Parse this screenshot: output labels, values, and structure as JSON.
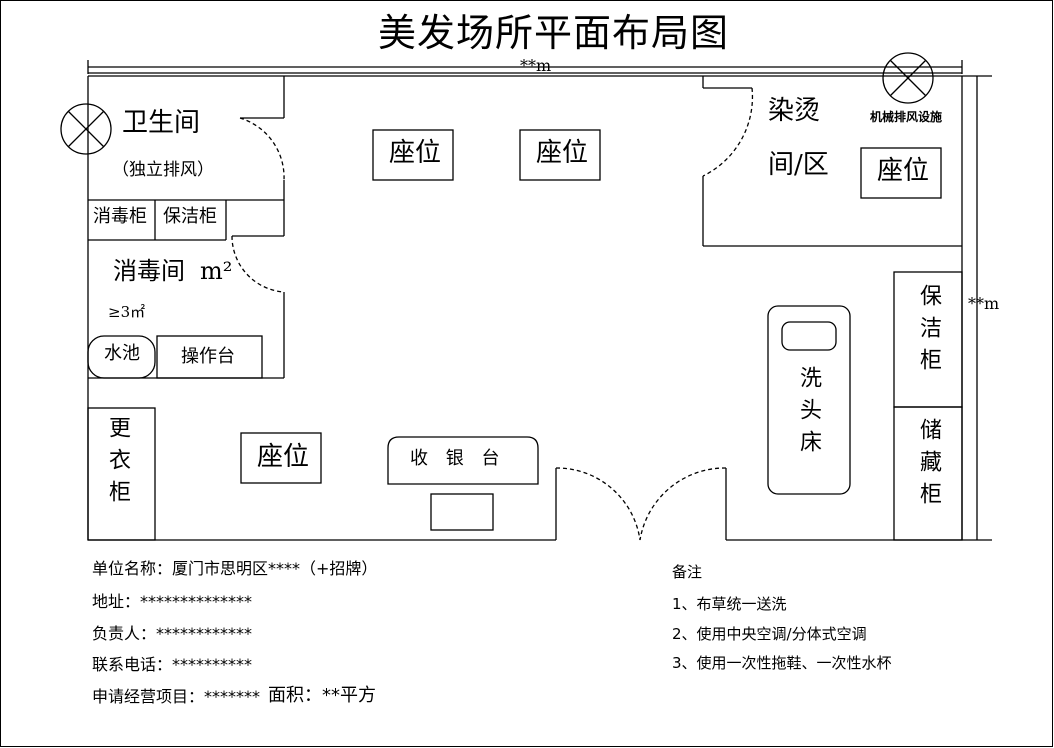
{
  "title": "美发场所平面布局图",
  "dims": {
    "width_label": "**m",
    "height_label": "**m"
  },
  "rooms": {
    "toilet": {
      "name": "卫生间",
      "note": "（独立排风）"
    },
    "disinfect_cabinet": "消毒柜",
    "cleaning_cabinet_small": "保洁柜",
    "disinfect_room": {
      "name": "消毒间",
      "unit": "m²",
      "min_area": "≥3㎡"
    },
    "sink": "水池",
    "workbench": "操作台",
    "dye_room": {
      "line1": "染烫",
      "line2": "间/区"
    },
    "exhaust": "机械排风设施",
    "seat": "座位",
    "wardrobe": "更衣柜",
    "cashier": "收 银 台",
    "wash_bed": "洗头床",
    "cleaning_cabinet": "保洁柜",
    "storage_cabinet": "储藏柜"
  },
  "info": {
    "unit_name": "单位名称：厦门市思明区****（+招牌）",
    "address": "地址：**************",
    "person": "负责人：************",
    "phone": "联系电话：**********",
    "project": "申请经营项目：*******",
    "area": "面积：**平方"
  },
  "notes": {
    "heading": "备注",
    "items": [
      "1、布草统一送洗",
      "2、使用中央空调/分体式空调",
      "3、使用一次性拖鞋、一次性水杯"
    ]
  }
}
